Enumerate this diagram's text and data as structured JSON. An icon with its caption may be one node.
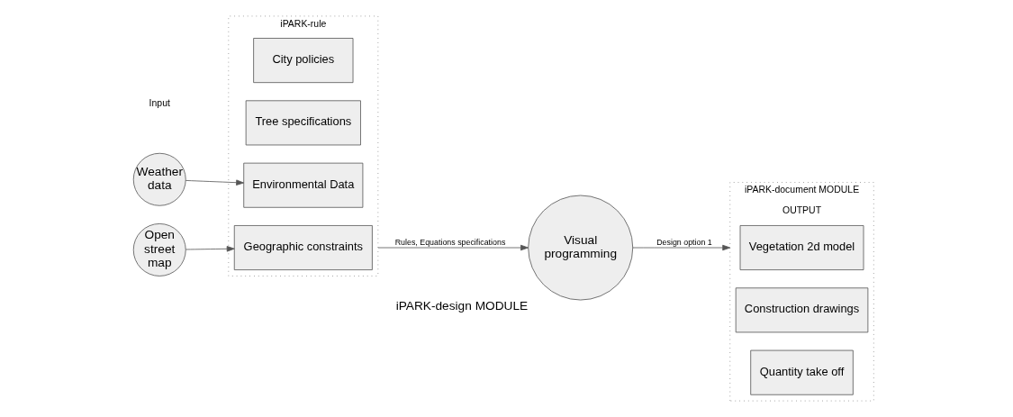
{
  "diagram": {
    "nodes": [
      {
        "text": [
          "iPARK-rule"
        ]
      },
      {
        "text": [
          "City policies"
        ],
        "in": 0
      },
      {
        "text": [
          "Tree specifications"
        ],
        "in": 0
      },
      {
        "text": [
          "Environmental Data"
        ],
        "in": 0
      },
      {
        "text": [
          "Geographic constraints"
        ],
        "in": 0
      },
      {
        "text": [
          "Weather data"
        ]
      },
      {
        "text": [
          "Open street map"
        ]
      },
      {
        "text": [
          "Visual programming"
        ],
        "beside": [
          "iPARK-design MODULE"
        ]
      },
      {
        "text": [
          "iPARK-document MODULE",
          "OUTPUT"
        ]
      },
      {
        "text": [
          "Vegetation 2d model"
        ],
        "in": 8
      },
      {
        "text": [
          "Construction drawings"
        ],
        "in": 8
      },
      {
        "text": [
          "Quantity take off"
        ],
        "in": 8
      }
    ],
    "edges": [
      {
        "from": 5,
        "to": 3,
        "arrow": "to"
      },
      {
        "from": 6,
        "to": 4,
        "arrow": "to"
      },
      {
        "from": 0,
        "to": 7,
        "arrow": "to",
        "label": "Rules, Equations specifications"
      },
      {
        "from": 7,
        "to": 8,
        "arrow": "to",
        "label": "Design option 1"
      }
    ],
    "labels": [
      "Input"
    ]
  }
}
